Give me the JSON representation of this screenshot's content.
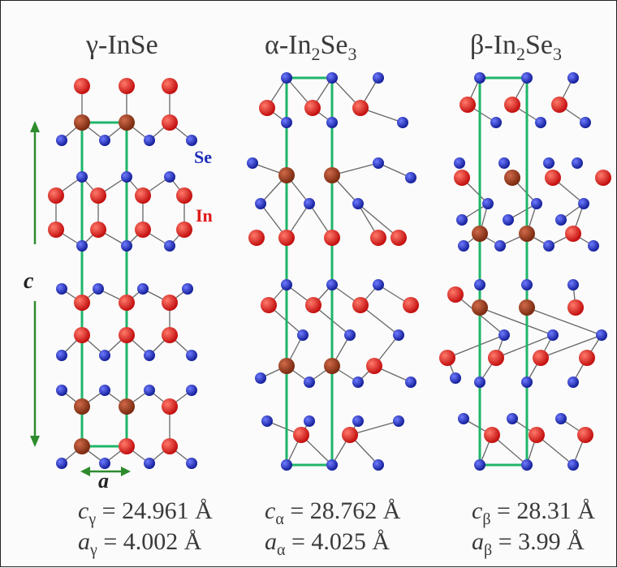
{
  "structures": [
    {
      "id": "gamma",
      "title_prefix": "γ-InSe",
      "title_sub": "",
      "title_suffix": "",
      "c_sym": "c",
      "c_sub": "γ",
      "c_value": " = 24.961 Å",
      "a_sym": "a",
      "a_sub": "γ",
      "a_value": " = 4.002 Å"
    },
    {
      "id": "alpha",
      "title_prefix": "α-In",
      "title_sub": "2",
      "title_suffix": "Se",
      "title_sub2": "3",
      "c_sym": "c",
      "c_sub": "α",
      "c_value": " = 28.762 Å",
      "a_sym": "a",
      "a_sub": "α",
      "a_value": " = 4.025 Å"
    },
    {
      "id": "beta",
      "title_prefix": "β-In",
      "title_sub": "2",
      "title_suffix": "Se",
      "title_sub2": "3",
      "c_sym": "c",
      "c_sub": "β",
      "c_value": " = 28.31 Å",
      "a_sym": "a",
      "a_sub": "β",
      "a_value": " = 3.99 Å"
    }
  ],
  "labels": {
    "se": "Se",
    "in": "In",
    "c_axis": "c",
    "a_axis": "a"
  },
  "colors": {
    "in_atom": "#e01818",
    "se_atom": "#1a2ab8",
    "cell_line": "#1fb56a",
    "axis_arrow": "#2e8b2e",
    "bond": "#666666"
  }
}
